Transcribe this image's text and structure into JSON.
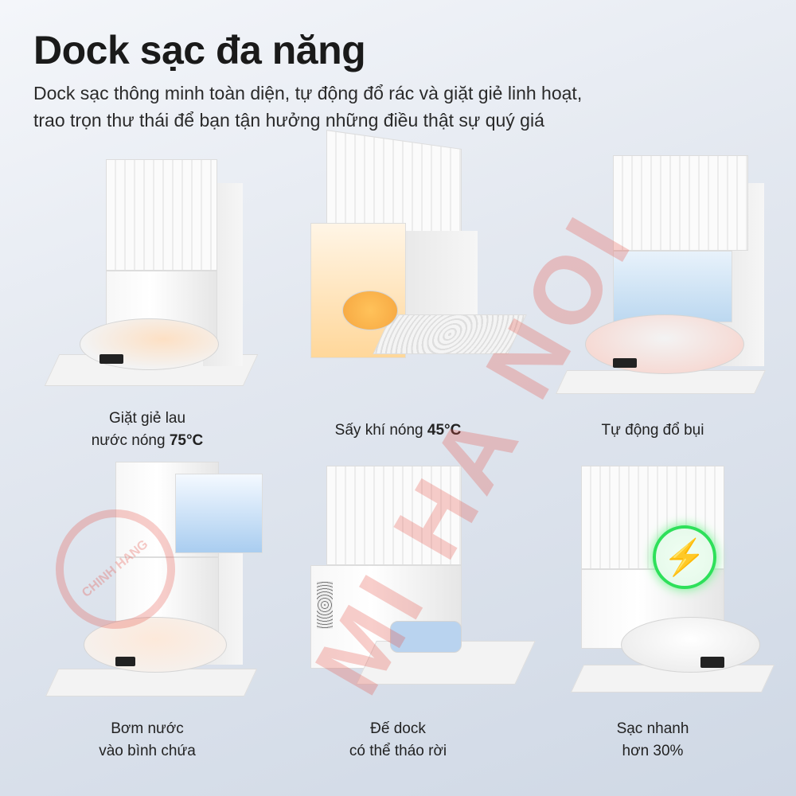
{
  "header": {
    "title": "Dock sạc đa năng",
    "subtitle_line1": "Dock sạc thông minh toàn diện, tự động đổ rác và giặt giẻ linh hoạt,",
    "subtitle_line2": "trao trọn thư thái để bạn tận hưởng những điều thật sự quý giá"
  },
  "features": [
    {
      "line1": "Giặt giẻ lau",
      "line2_prefix": "nước nóng ",
      "line2_bold": "75°C"
    },
    {
      "line1_prefix": "Sấy khí nóng ",
      "line1_bold": "45°C"
    },
    {
      "line1": "Tự động đổ bụi"
    },
    {
      "line1": "Bơm nước",
      "line2": "vào bình chứa"
    },
    {
      "line1": "Đế dock",
      "line2": "có thể tháo rời"
    },
    {
      "line1": "Sạc nhanh",
      "line2": "hơn 30%"
    }
  ],
  "watermark": {
    "text": "MI HA NOI",
    "stamp": "CHINH HANG"
  },
  "colors": {
    "warm": "#f6b873",
    "water": "#a9cdf0",
    "charge": "#2ee05a",
    "watermark": "#e65046"
  }
}
